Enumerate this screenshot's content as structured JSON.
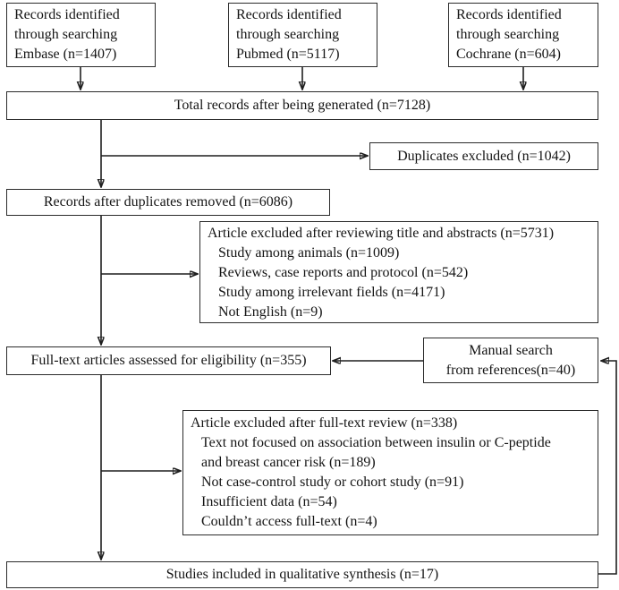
{
  "diagram": {
    "kind": "study-selection-flowchart",
    "boxes": {
      "embase": {
        "lines": [
          "Records identified",
          "through searching",
          "Embase (n=1407)"
        ]
      },
      "pubmed": {
        "lines": [
          "Records identified",
          "through searching",
          "Pubmed (n=5117)"
        ]
      },
      "cochrane": {
        "lines": [
          "Records identified",
          "through searching",
          "Cochrane (n=604)"
        ]
      },
      "total": {
        "text": "Total records after being generated (n=7128)"
      },
      "duplicates": {
        "text": "Duplicates excluded (n=1042)"
      },
      "dedup": {
        "text": "Records after duplicates removed (n=6086)"
      },
      "excl_title_abstract": {
        "title": "Article excluded after reviewing title and abstracts (n=5731)",
        "items": [
          "Study among animals (n=1009)",
          "Reviews, case reports and protocol (n=542)",
          "Study among irrelevant fields (n=4171)",
          "Not English (n=9)"
        ]
      },
      "fulltext": {
        "text": "Full-text articles assessed for eligibility (n=355)"
      },
      "manual": {
        "lines": [
          "Manual search",
          "from references(n=40)"
        ]
      },
      "excl_fulltext": {
        "title": "Article excluded after full-text review (n=338)",
        "items": [
          "Text not focused on association between insulin or C-peptide",
          "and breast cancer risk (n=189)",
          "Not case-control study or cohort study (n=91)",
          "Insufficient data (n=54)",
          "Couldn’t access full-text (n=4)"
        ]
      },
      "included": {
        "text": "Studies included in qualitative synthesis (n=17)"
      }
    },
    "colors": {
      "line": "#1f1f1f",
      "border": "#2b2b2b",
      "text": "#141414",
      "background": "#ffffff"
    }
  }
}
